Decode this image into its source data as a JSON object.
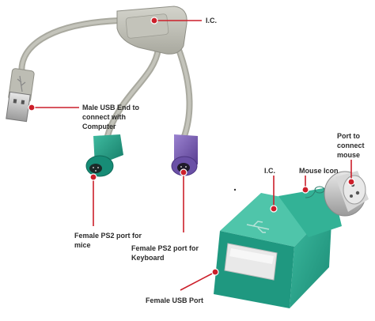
{
  "labels": {
    "ic_top": "I.C.",
    "male_usb": [
      "Male USB End to",
      "connect with",
      "Computer"
    ],
    "ps2_mice": [
      "Female PS2 port for",
      "mice"
    ],
    "ps2_keyboard": [
      "Female PS2 port for",
      "Keyboard"
    ],
    "ic_adapter": "I.C.",
    "mouse_icon": "Mouse Icon",
    "port_mouse": [
      "Port to",
      "connect",
      "mouse"
    ],
    "usb_port": "Female USB Port"
  },
  "colors": {
    "leader": "#cc1f2a",
    "cable": "#b8b8ae",
    "green_connector": "#1f9e86",
    "purple_connector": "#7a5fb4",
    "adapter_body": "#2aa58c",
    "metal": "#c9c9c9"
  },
  "icons": [
    "usb-icon",
    "mouse-icon"
  ]
}
